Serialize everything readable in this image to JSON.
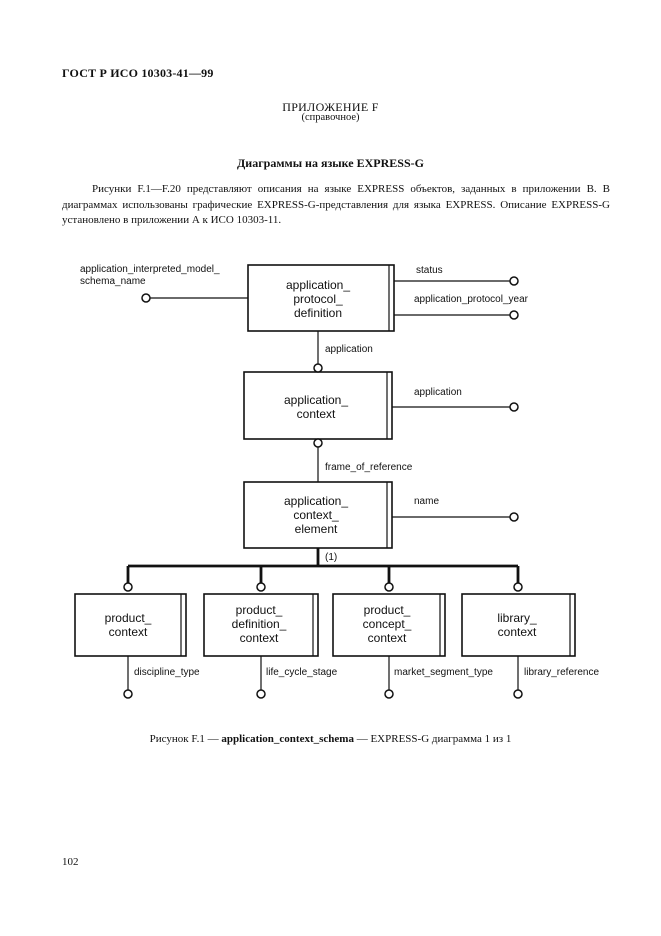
{
  "header": {
    "doc_id": "ГОСТ Р ИСО 10303-41—99"
  },
  "appendix": {
    "title": "ПРИЛОЖЕНИЕ F",
    "subtitle": "(справочное)"
  },
  "section": {
    "heading": "Диаграммы на языке EXPRESS-G",
    "paragraph": "Рисунки F.1—F.20 представляют описания на языке EXPRESS объектов, заданных в приложении В. В диаграммах использованы графические EXPRESS-G-представления для языка EXPRESS. Описание EXPRESS-G установлено в приложении А к ИСО 10303-11."
  },
  "diagram": {
    "entities": {
      "apd": [
        "application_",
        "protocol_",
        "definition"
      ],
      "ac": [
        "application_",
        "context"
      ],
      "ace": [
        "application_",
        "context_",
        "element"
      ],
      "pc": [
        "product_",
        "context"
      ],
      "pdc": [
        "product_",
        "definition_",
        "context"
      ],
      "pcc": [
        "product_",
        "concept_",
        "context"
      ],
      "lc": [
        "library_",
        "context"
      ]
    },
    "labels": {
      "aims": [
        "application_interpreted_model_",
        "schema_name"
      ],
      "status": "status",
      "apy": "application_protocol_year",
      "application_rel": "application",
      "application_attr": "application",
      "frame_of_reference": "frame_of_reference",
      "name": "name",
      "supertype_marker": "(1)",
      "discipline_type": "discipline_type",
      "life_cycle_stage": "life_cycle_stage",
      "market_segment_type": "market_segment_type",
      "library_reference": "library_reference"
    }
  },
  "caption": {
    "prefix": "Рисунок F.1 — ",
    "schema": "application_context_schema",
    "suffix": " — EXPRESS-G диаграмма 1 из 1"
  },
  "footer": {
    "page_number": "102"
  }
}
